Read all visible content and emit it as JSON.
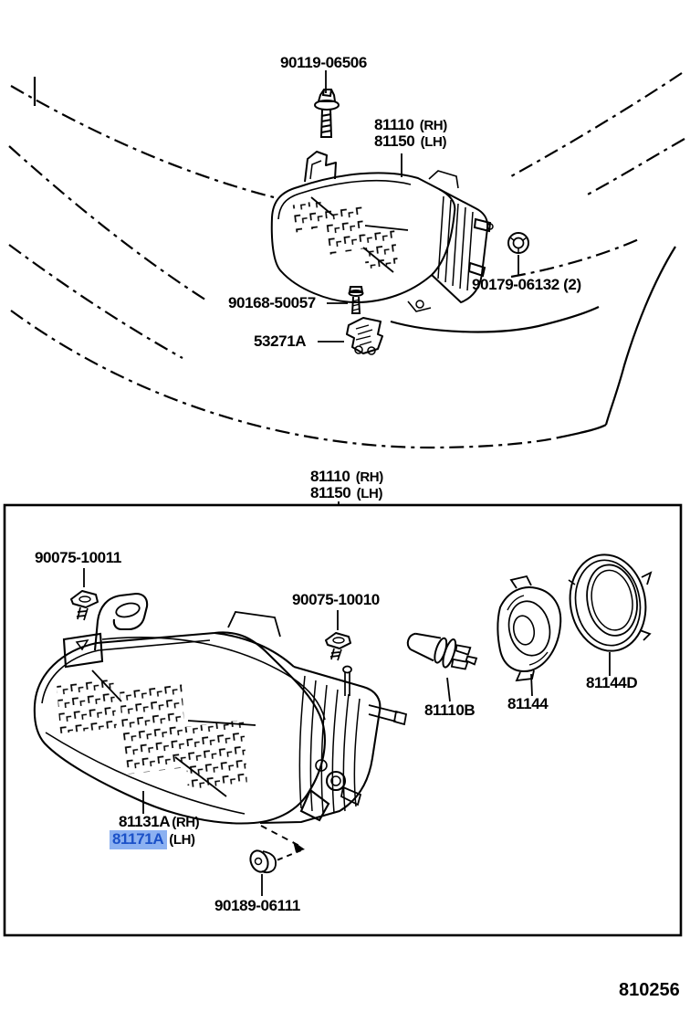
{
  "colors": {
    "line": "#000000",
    "background": "#ffffff",
    "highlight_bg": "#8cb1f1",
    "highlight_text": "#1b51c8"
  },
  "top_diagram": {
    "bolt_part": "90119-06506",
    "lamp_rh": "81110",
    "lamp_rh_side": "(RH)",
    "lamp_lh": "81150",
    "lamp_lh_side": "(LH)",
    "nut_part": "90179-06132 (2)",
    "screw_part": "90168-50057",
    "retainer_part": "53271A"
  },
  "boxed_diagram": {
    "title_rh": "81110",
    "title_rh_side": "(RH)",
    "title_lh": "81150",
    "title_lh_side": "(LH)",
    "clip_upper_part": "90075-10011",
    "clip_lower_part": "90075-10010",
    "bulb_part": "81110B",
    "socket_part": "81144",
    "cover_part": "81144D",
    "lens_part": "81131A",
    "lens_part_side": "(RH)",
    "trim_part": "81171A",
    "trim_part_side": "(LH)",
    "grommet_part": "90189-06111"
  },
  "footer": {
    "figure_code": "810256"
  }
}
